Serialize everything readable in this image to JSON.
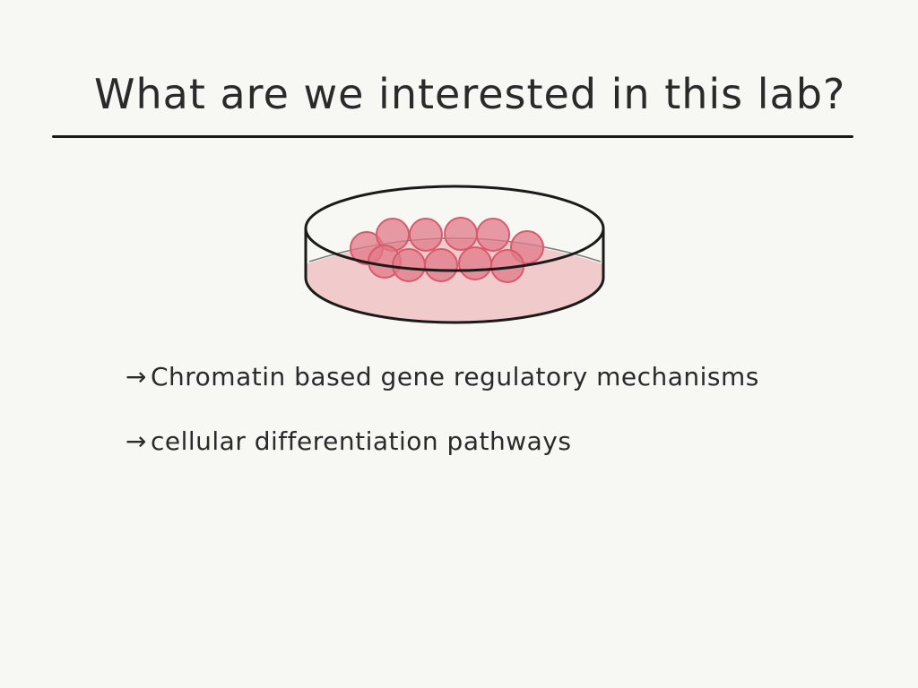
{
  "title": "What are we interested in this lab?",
  "bullets": [
    {
      "arrow": "→",
      "text": "Chromatin based gene regulatory mechanisms"
    },
    {
      "arrow": "→",
      "text": "cellular differentiation pathways"
    }
  ],
  "colors": {
    "cell": "#e07a88",
    "medium": "#efc4c8",
    "ink": "#1a1a1a"
  }
}
